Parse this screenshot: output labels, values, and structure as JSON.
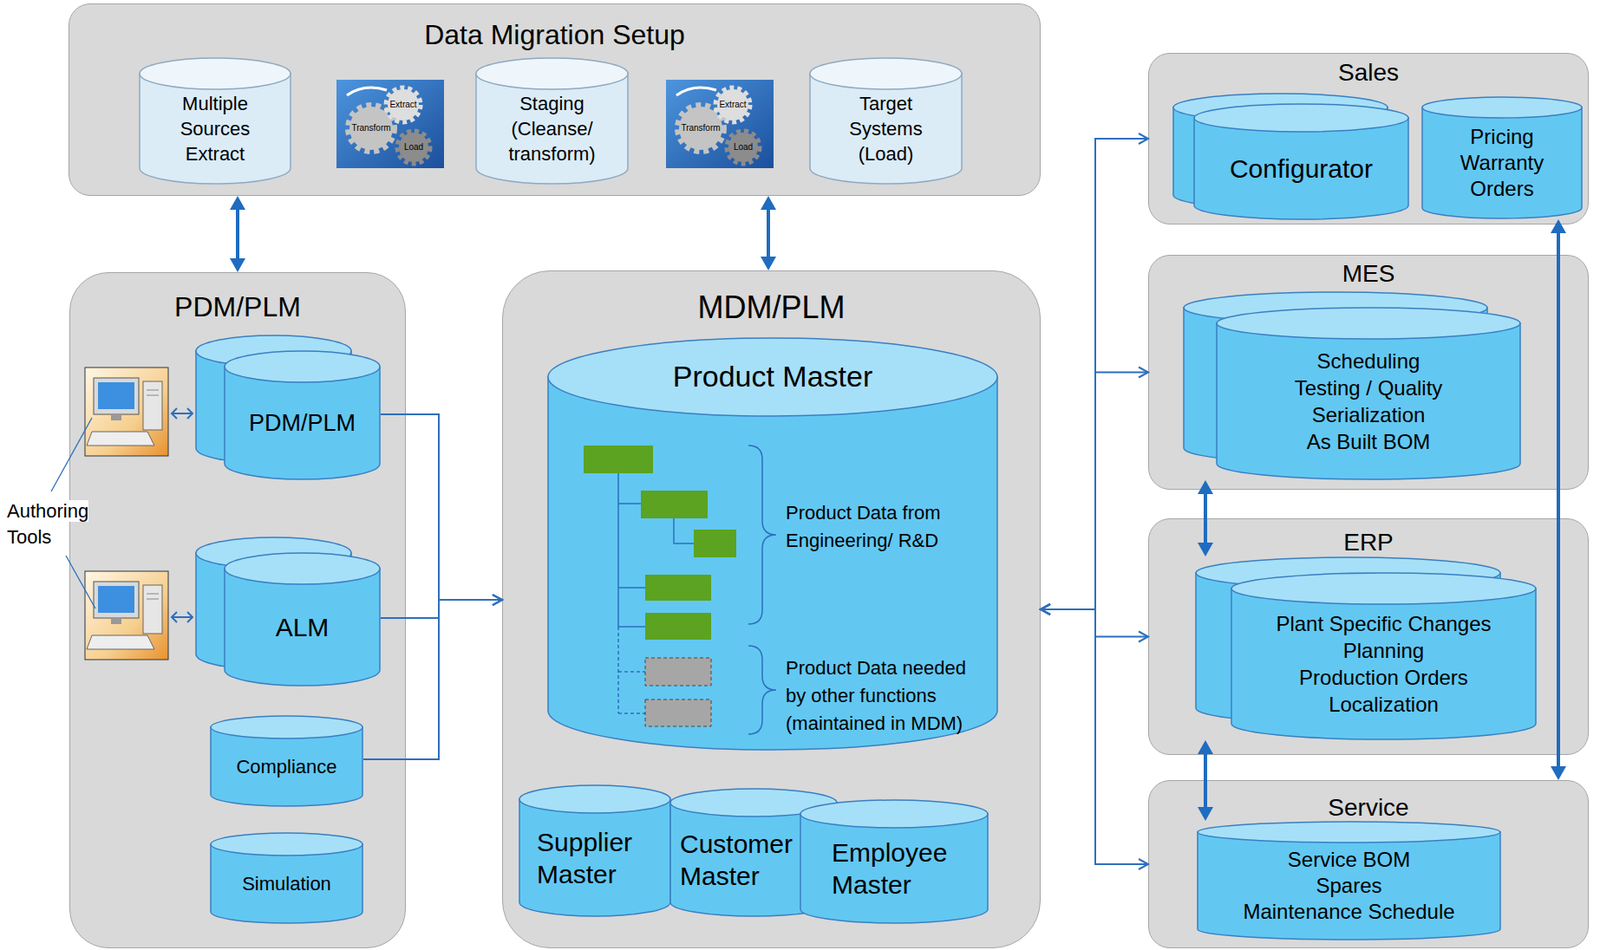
{
  "diagram": {
    "nodes": [
      {
        "text": [
          "Data Migration Setup"
        ]
      },
      {
        "text": [
          "Multiple Sources Extract"
        ],
        "in": 0
      },
      {
        "text": [
          "Staging (Cleanse/ transform)"
        ],
        "in": 0
      },
      {
        "text": [
          "Target Systems (Load)"
        ],
        "in": 0
      },
      {
        "text": [
          "PDM/PLM"
        ]
      },
      {
        "text": [
          "PDM/PLM"
        ],
        "in": 4
      },
      {
        "text": [
          "ALM"
        ],
        "in": 4
      },
      {
        "text": [
          "Compliance"
        ],
        "in": 4
      },
      {
        "text": [
          "Simulation"
        ],
        "in": 4
      },
      {
        "text": [
          "MDM/PLM"
        ]
      },
      {
        "text": [
          "Product Master",
          "Product Data from Engineering/ R&D",
          "Product Data needed by other functions (maintained in MDM)"
        ],
        "in": 9
      },
      {
        "text": [
          "Supplier Master"
        ],
        "in": 9
      },
      {
        "text": [
          "Customer Master"
        ],
        "in": 9
      },
      {
        "text": [
          "Employee Master"
        ],
        "in": 9
      },
      {
        "text": [
          "Sales"
        ]
      },
      {
        "text": [
          "Configurator"
        ],
        "in": 14
      },
      {
        "text": [
          "Pricing",
          "Warranty",
          "Orders"
        ],
        "in": 14
      },
      {
        "text": [
          "MES"
        ]
      },
      {
        "text": [
          "Scheduling",
          "Testing / Quality",
          "Serialization",
          "As Built BOM"
        ],
        "in": 17
      },
      {
        "text": [
          "ERP"
        ]
      },
      {
        "text": [
          "Plant Specific Changes",
          "Planning",
          "Production Orders",
          "Localization"
        ],
        "in": 19
      },
      {
        "text": [
          "Service"
        ]
      },
      {
        "text": [
          "Service BOM",
          "Spares",
          "Maintenance Schedule"
        ],
        "in": 21
      }
    ],
    "edges": [
      {
        "from": 0,
        "to": 4,
        "arrow": "both"
      },
      {
        "from": 0,
        "to": 9,
        "arrow": "both"
      },
      {
        "from": 5,
        "to": 9,
        "arrow": "to"
      },
      {
        "from": 6,
        "to": 9,
        "arrow": "to"
      },
      {
        "from": 7,
        "to": 9,
        "arrow": "to"
      },
      {
        "from": 9,
        "to": 14,
        "arrow": "both"
      },
      {
        "from": 9,
        "to": 17,
        "arrow": "both"
      },
      {
        "from": 9,
        "to": 19,
        "arrow": "both"
      },
      {
        "from": 9,
        "to": 21,
        "arrow": "both"
      },
      {
        "from": 18,
        "to": 20,
        "arrow": "both"
      },
      {
        "from": 20,
        "to": 22,
        "arrow": "both"
      },
      {
        "from": 16,
        "to": 21,
        "arrow": "both"
      }
    ],
    "labels": [
      "Extract",
      "Transform",
      "Load",
      "Extract",
      "Transform",
      "Load",
      "Authoring Tools"
    ]
  }
}
